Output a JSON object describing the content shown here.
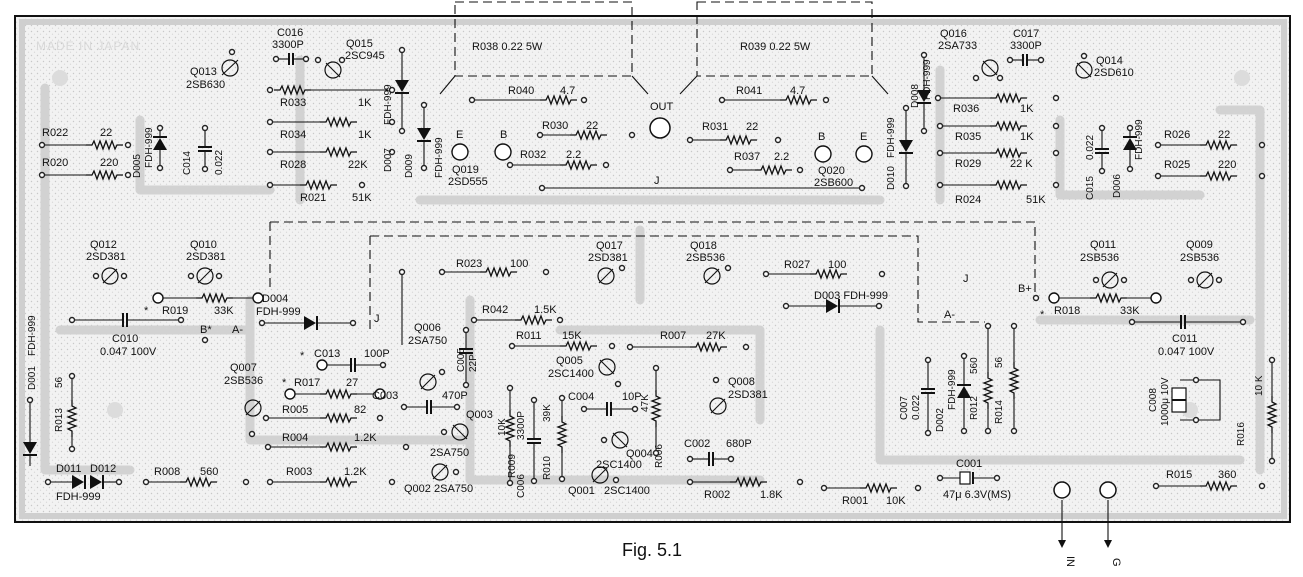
{
  "board": {
    "made_in": "MADE IN JAPAN",
    "caption": "Fig. 5.1",
    "out_label": "OUT",
    "in_label": "IN",
    "g_label": "G",
    "j_label": "J",
    "a_minus": "A-",
    "b_plus": "B+",
    "b_star": "B*",
    "star": "*"
  },
  "components": {
    "r038": "R038  0.22  5W",
    "r039": "R039  0.22  5W",
    "c016": "C016",
    "c016v": "3300P",
    "q015": "Q015",
    "q015t": "2SC945",
    "q013": "Q013",
    "q013t": "2SB630",
    "r033": "R033",
    "r033v": "1K",
    "r034": "R034",
    "r034v": "1K",
    "r028": "R028",
    "r028v": "22K",
    "r021": "R021",
    "r021v": "51K",
    "r022": "R022",
    "r022v": "22",
    "r020": "R020",
    "r020v": "220",
    "d005": "D005",
    "fdh999": "FDH-999",
    "c014": "C014",
    "c014v": "0.022",
    "d007": "D007",
    "d009": "D009",
    "r040": "R040",
    "r040v": "4.7",
    "r030": "R030",
    "r030v": "22",
    "r032": "R032",
    "r032v": "2.2",
    "q019": "Q019",
    "q019t": "2SD555",
    "e": "E",
    "b": "B",
    "r041": "R041",
    "r041v": "4.7",
    "r031": "R031",
    "r031v": "22",
    "r037": "R037",
    "r037v": "2.2",
    "q020": "Q020",
    "q020t": "2SB600",
    "d008": "D008",
    "d010": "D010",
    "q016": "Q016",
    "q016t": "2SA733",
    "c017": "C017",
    "c017v": "3300P",
    "q014": "Q014",
    "q014t": "2SD610",
    "r036": "R036",
    "r036v": "1K",
    "r035": "R035",
    "r035v": "1K",
    "r029": "R029",
    "r029v": "22 K",
    "r024": "R024",
    "r024v": "51K",
    "c015": "C015",
    "c015v": "0.022",
    "d006": "D006",
    "r026": "R026",
    "r026v": "22",
    "r025": "R025",
    "r025v": "220",
    "q012": "Q012",
    "q012t": "2SD381",
    "q010": "Q010",
    "q010t": "2SD381",
    "r019": "R019",
    "r019v": "33K",
    "c010": "C010",
    "c010v": "0.047  100V",
    "d004": "D004",
    "r023": "R023",
    "r023v": "100",
    "q017": "Q017",
    "q017t": "2SD381",
    "q018": "Q018",
    "q018t": "2SB536",
    "r027": "R027",
    "r027v": "100",
    "q011": "Q011",
    "q011t": "2SB536",
    "q009": "Q009",
    "q009t": "2SB536",
    "d003": "D003  FDH-999",
    "r018": "R018",
    "r018v": "33K",
    "c011": "C011",
    "c011v": "0.047  100V",
    "r042": "R042",
    "r042v": "1.5K",
    "q006": "Q006",
    "q006t": "2SA750",
    "c013": "C013",
    "c013v": "100P",
    "c005": "C005",
    "c005v": "22P",
    "r011": "R011",
    "r011v": "15K",
    "r007": "R007",
    "r007v": "27K",
    "q005": "Q005",
    "q005t": "2SC1400",
    "q007": "Q007",
    "q007t": "2SB536",
    "r017": "R017",
    "r017v": "27",
    "c003": "C003",
    "c003v": "470P",
    "q003": "Q003",
    "r005": "R005",
    "r005v": "82",
    "r004": "R004",
    "r004v": "1.2K",
    "r003": "R003",
    "r003v": "1.2K",
    "q002": "Q002",
    "q002t": "2SA750",
    "sa750": "2SA750",
    "d001": "D001",
    "r013": "R013",
    "r013v": "56",
    "d011": "D011",
    "d012": "D012",
    "r008": "R008",
    "r008v": "560",
    "c006": "C006",
    "c006v": "3300P",
    "r009": "R009",
    "r009v": "10K",
    "r010": "R010",
    "r010v": "39K",
    "c004": "C004",
    "c004v": "10P",
    "r006": "R006",
    "r006v": "47K",
    "q004": "Q004",
    "q004t": "2SC1400",
    "q001": "Q001",
    "q001t": "2SC1400",
    "q008": "Q008",
    "q008t": "2SD381",
    "c002": "C002",
    "c002v": "680P",
    "r002": "R002",
    "r002v": "1.8K",
    "r001": "R001",
    "r001v": "10K",
    "c001": "C001",
    "c001v": "47μ  6.3V(MS)",
    "c007": "C007",
    "c007v": "0.022",
    "d002": "D002",
    "r012": "R012",
    "r012v": "560",
    "r014": "R014",
    "r014v": "56",
    "c008": "C008",
    "c008v": "1000μ 10V",
    "r016": "R016",
    "r016v": "10 K",
    "r015": "R015",
    "r015v": "360"
  }
}
